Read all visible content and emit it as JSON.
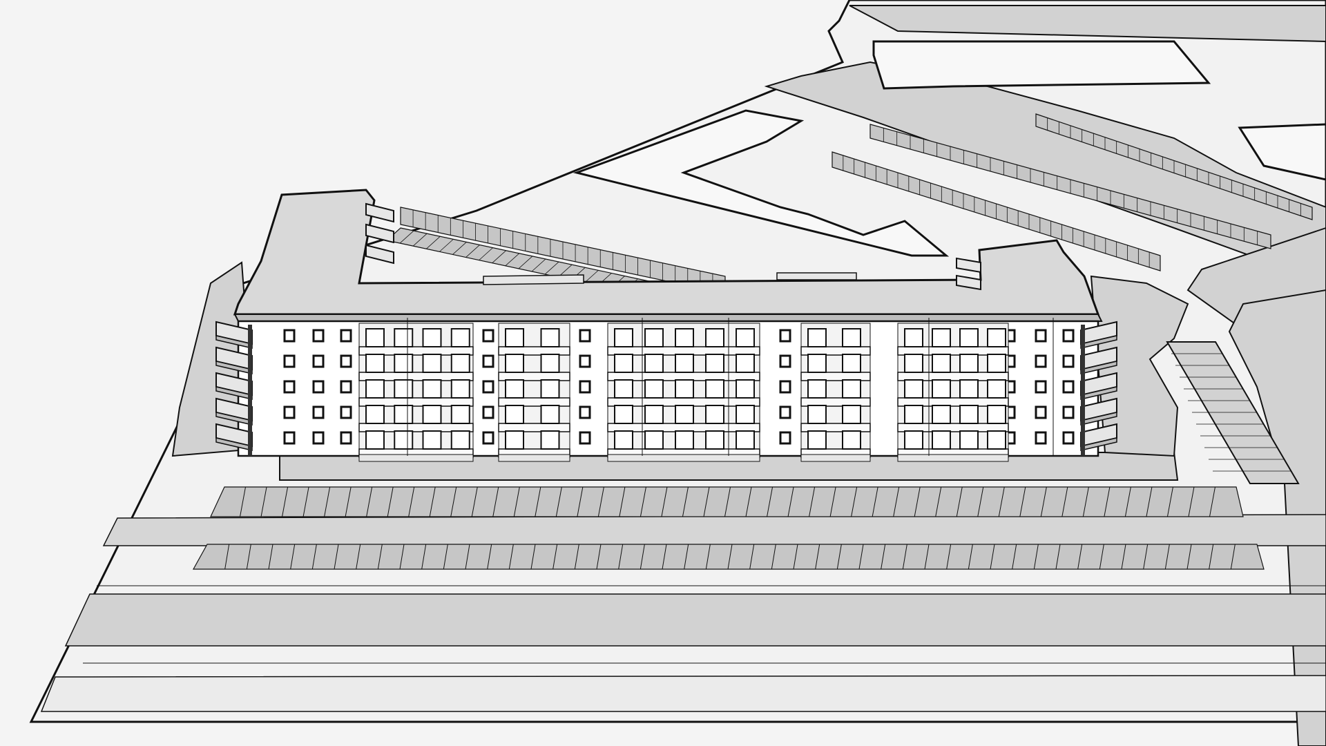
{
  "scene": {
    "kind": "isometric-site-plan",
    "subject": "five-storey-apartment-building",
    "floors": 5,
    "colors": {
      "background": "#f4f4f4",
      "ground": "#f2f2f2",
      "paving": "#d2d2d2",
      "parking": "#c6c6c6",
      "roof": "#d9d9d9",
      "facade": "#ffffff",
      "balcony": "#e6e6e6",
      "outline": "#111111"
    }
  }
}
